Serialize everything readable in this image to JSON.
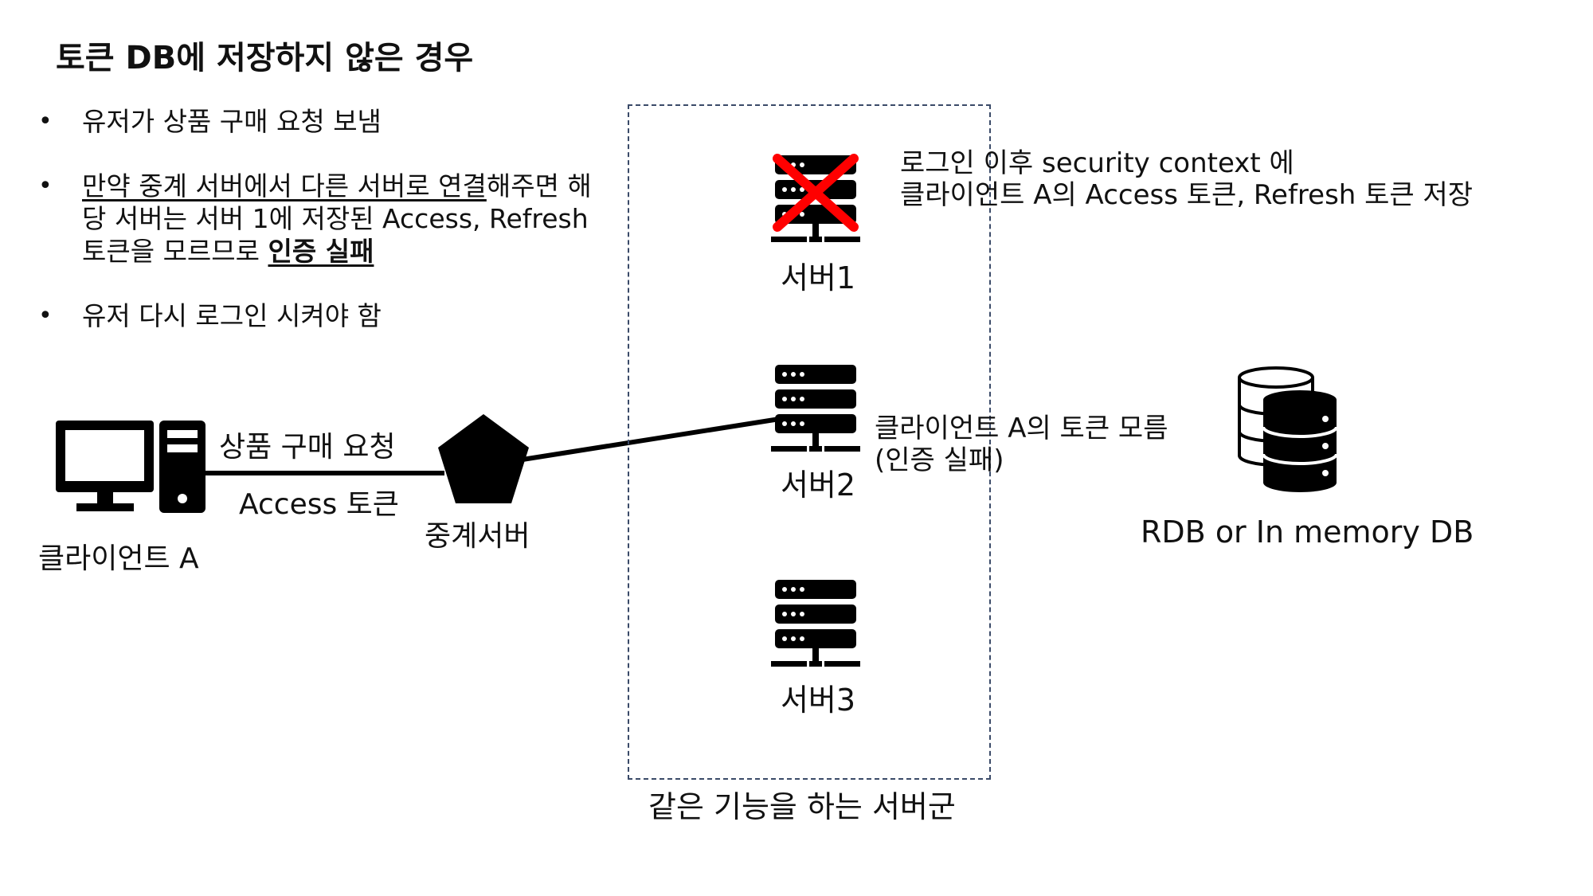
{
  "title": "토큰 DB에 저장하지 않은 경우",
  "bullets": {
    "b1": "유저가 상품 구매 요청 보냄",
    "b2_underlined": "만약 중계 서버에서 다른 서버로 연결",
    "b2_rest": "해주면 해당 서버는 서버 1에 저장된 Access, Refresh 토큰을 모르므로 ",
    "b2_bold": "인증 실패",
    "b3": "유저 다시 로그인 시켜야 함"
  },
  "client": {
    "label": "클라이언트 A"
  },
  "connection": {
    "top_label": "상품 구매 요청",
    "bottom_label": "Access 토큰"
  },
  "relay": {
    "label": "중계서버"
  },
  "server_group": {
    "label": "같은 기능을 하는 서버군"
  },
  "servers": [
    {
      "label": "서버1",
      "status": "failed",
      "note_line1": "로그인 이후 security context 에",
      "note_line2": "클라이언트 A의 Access 토큰, Refresh 토큰 저장"
    },
    {
      "label": "서버2",
      "note_line1": "클라이언트 A의 토큰 모름",
      "note_line2": "(인증 실패)"
    },
    {
      "label": "서버3"
    }
  ],
  "database": {
    "label": "RDB or In memory DB"
  },
  "colors": {
    "icon": "#000000",
    "cross": "#ff0000",
    "dashed_border": "#3a4a68"
  },
  "icons": [
    "monitor-icon",
    "pc-tower-icon",
    "pentagon-icon",
    "server-icon",
    "x-mark-icon",
    "database-icon"
  ]
}
